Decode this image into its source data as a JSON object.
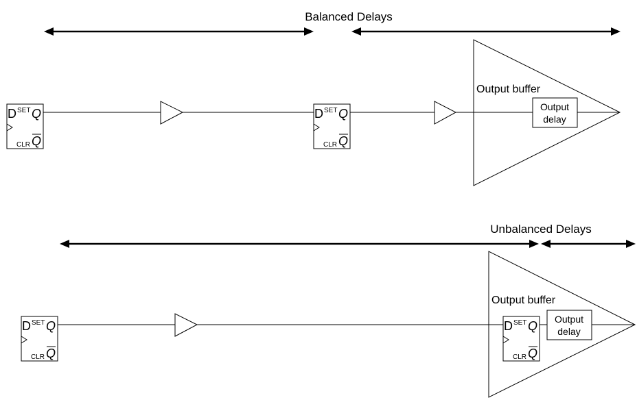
{
  "balanced": {
    "title": "Balanced Delays",
    "output_buffer_label": "Output buffer",
    "output_delay_line1": "Output",
    "output_delay_line2": "delay"
  },
  "unbalanced": {
    "title": "Unbalanced Delays",
    "output_buffer_label": "Output buffer",
    "output_delay_line1": "Output",
    "output_delay_line2": "delay"
  },
  "flipflop": {
    "d_label": "D",
    "set_label": "SET",
    "q_label": "Q",
    "clr_label": "CLR",
    "qbar_label": "Q"
  }
}
